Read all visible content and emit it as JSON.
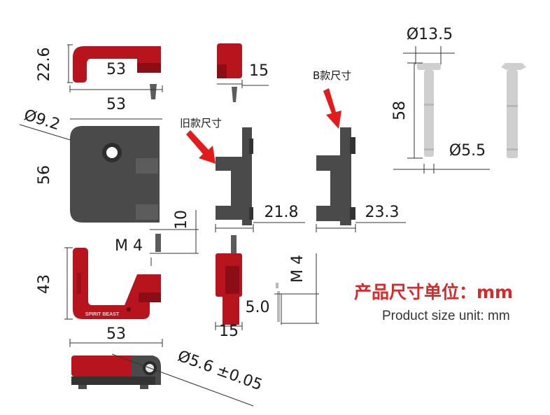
{
  "dimensions": {
    "top_height": "22.6",
    "top_inner_width": "53",
    "top_width": "53",
    "side_thickness": "15",
    "hole_diameter": "Ø9.2",
    "plate_height": "56",
    "screw_length": "10",
    "screw_thread": "M 4",
    "old_width": "21.8",
    "new_width": "23.3",
    "pin_head_diameter": "Ø13.5",
    "pin_length": "58",
    "pin_diameter": "Ø5.5",
    "lower_height": "43",
    "lower_width": "53",
    "lower_thickness": "15",
    "side_screw_thread": "M 4",
    "side_screw_length": "5.0",
    "pin_hole": "Ø5.6 ±0.05"
  },
  "labels": {
    "old_version": "旧款尺寸",
    "b_version": "B款尺寸",
    "brand": "SPIRIT BEAST",
    "unit_cn": "产品尺寸单位：mm",
    "unit_en": "Product size unit: mm"
  },
  "colors": {
    "accent_red": "#b8141e",
    "body_black": "#4a4a4a",
    "pin_grey": "#cfcfcf",
    "arrow_red": "#e31b1b",
    "unit_text_red": "#d62a2a"
  }
}
